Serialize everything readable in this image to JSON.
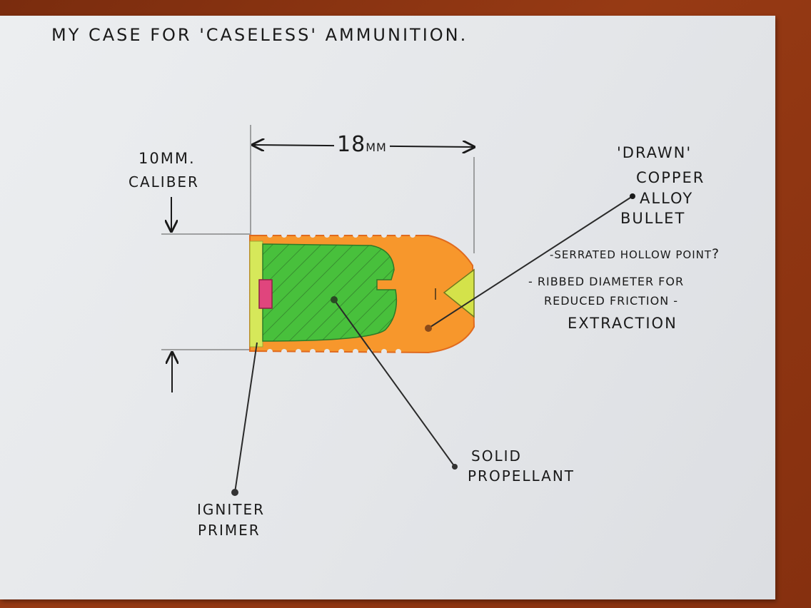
{
  "title": "MY CASE FOR 'CASELESS' AMMUNITION.",
  "dimensions": {
    "length_value": "18",
    "length_unit": "MM",
    "caliber_line1": "10MM.",
    "caliber_line2": "CALIBER"
  },
  "labels": {
    "bullet_line1": "'DRAWN'",
    "bullet_line2": "COPPER",
    "bullet_line3": "ALLOY",
    "bullet_line4": "BULLET",
    "note_hollow_point_text": "-SERRATED HOLLOW POINT",
    "note_hollow_point_mark": "?",
    "note_ribbed_line1": "- RIBBED DIAMETER FOR",
    "note_ribbed_line2": "REDUCED FRICTION -",
    "note_ribbed_line3": "EXTRACTION",
    "propellant_line1": "SOLID",
    "propellant_line2": "PROPELLANT",
    "primer_line1": "IGNITER",
    "primer_line2": "PRIMER"
  },
  "colors": {
    "background": "#8a3412",
    "paper": "#e6e8eb",
    "ink": "#1a1a1a",
    "bullet_orange": "#f7972c",
    "propellant_green": "#48c03c",
    "primer_pink": "#e0457d",
    "yellow_band": "#d6e85a",
    "tip_yellow": "#d4e24a"
  }
}
